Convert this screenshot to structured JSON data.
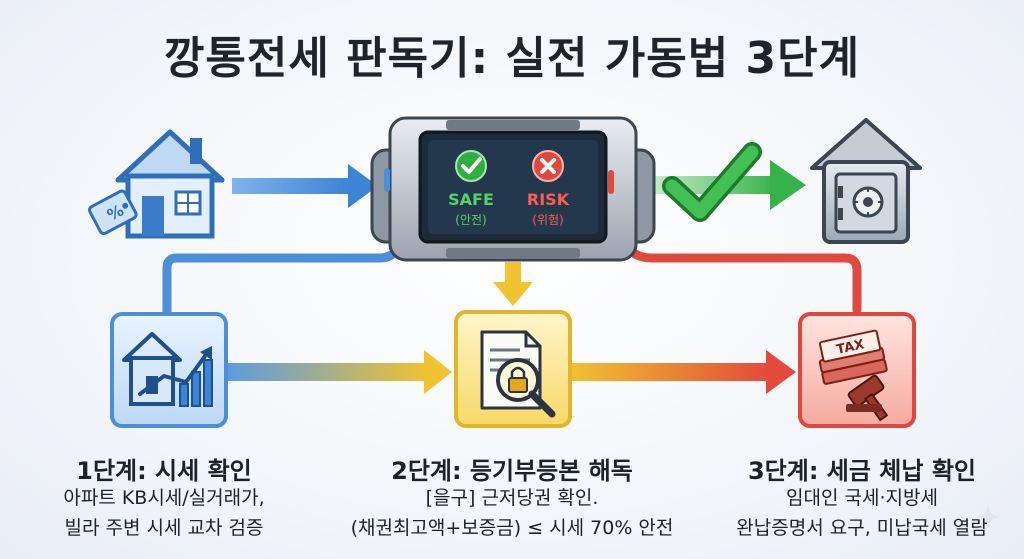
{
  "title": "깡통전세 판독기: 실전 가동법 3단계",
  "device": {
    "safe_label": "SAFE",
    "safe_sub": "(안전)",
    "risk_label": "RISK",
    "risk_sub": "(위험)"
  },
  "steps": [
    {
      "title": "1단계: 시세 확인",
      "desc_line1": "아파트 KB시세/실거래가,",
      "desc_line2": "빌라 주변 시세 교차 검증"
    },
    {
      "title": "2단계: 등기부등본 해독",
      "desc_line1": "[을구] 근저당권 확인.",
      "desc_line2": "(채권최고액+보증금) ≤ 시세 70% 안전"
    },
    {
      "title": "3단계: 세금 체납 확인",
      "desc_line1": "임대인 국세·지방세",
      "desc_line2": "완납증명서 요구, 미납국세 열람"
    }
  ],
  "icons": {
    "house": "house-price-tag-icon",
    "device": "checker-device-icon",
    "check": "checkmark-icon",
    "safe": "safe-house-icon",
    "step1": "house-chart-icon",
    "step2": "document-lock-icon",
    "step3": "tax-money-gavel-icon"
  },
  "colors": {
    "blue": "#4a90d9",
    "yellow": "#f1c232",
    "red": "#e0483e",
    "green": "#2fae3f"
  }
}
